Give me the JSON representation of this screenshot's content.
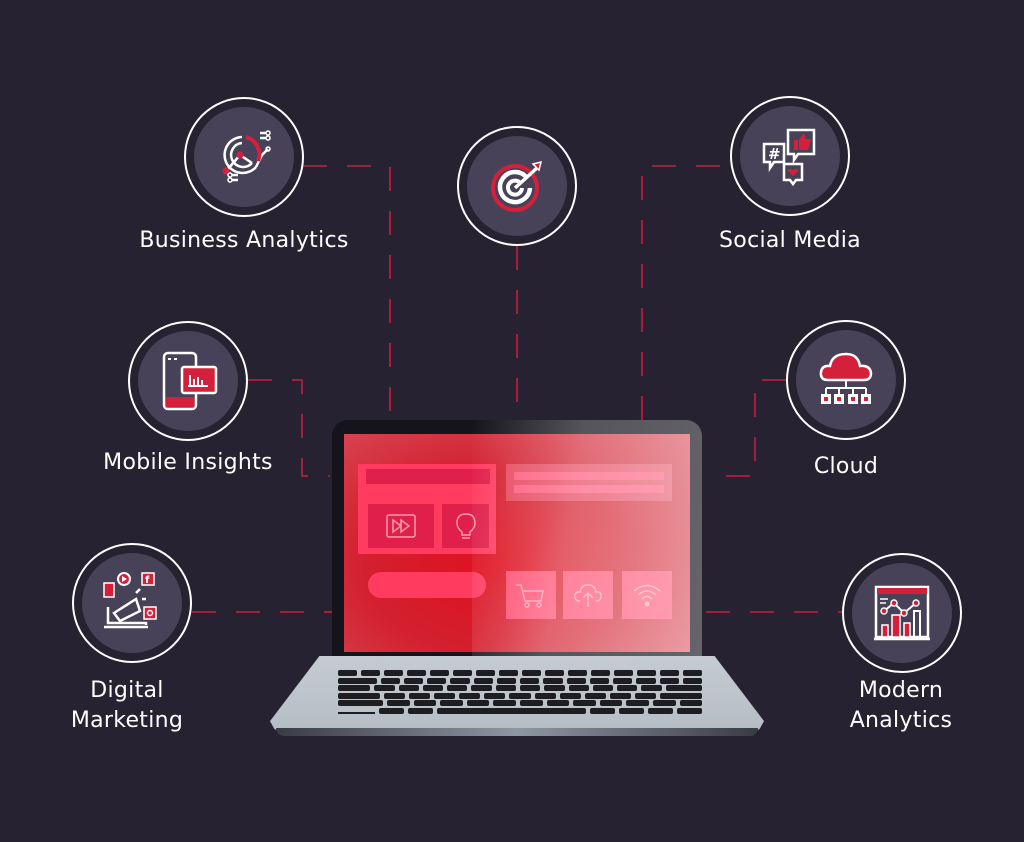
{
  "colors": {
    "background": "#262232",
    "accent": "#d4203a",
    "node_fill": "#474257",
    "node_ring": "#ffffff",
    "screen": "#e0101f",
    "label": "#ffffff"
  },
  "nodes": [
    {
      "id": "business-analytics",
      "label": "Business Analytics",
      "icon": "analytics-donut-icon"
    },
    {
      "id": "target",
      "label": "",
      "icon": "target-arrow-icon"
    },
    {
      "id": "social-media",
      "label": "Social Media",
      "icon": "social-chat-bubbles-icon"
    },
    {
      "id": "mobile-insights",
      "label": "Mobile Insights",
      "icon": "mobile-chart-icon"
    },
    {
      "id": "cloud",
      "label": "Cloud",
      "icon": "cloud-network-icon"
    },
    {
      "id": "digital-marketing",
      "label_line1": "Digital",
      "label_line2": "Marketing",
      "icon": "megaphone-social-icon"
    },
    {
      "id": "modern-analytics",
      "label_line1": "Modern",
      "label_line2": "Analytics",
      "icon": "browser-chart-icon"
    }
  ],
  "laptop": {
    "screen_tiles": [
      "fast-forward-icon",
      "lightbulb-icon",
      "shopping-cart-icon",
      "cloud-upload-icon",
      "wifi-icon"
    ]
  }
}
